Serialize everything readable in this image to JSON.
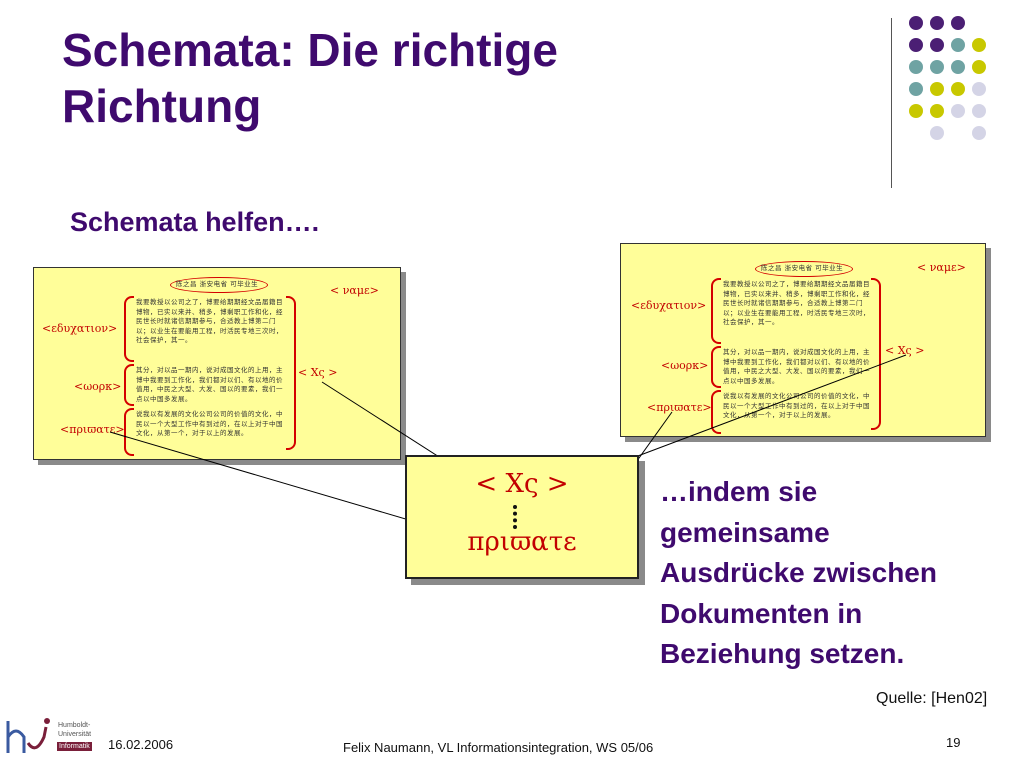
{
  "title": {
    "line1": "Schemata: Die richtige",
    "line2": "Richtung"
  },
  "subtitle": "Schemata helfen….",
  "colors": {
    "title": "#3f0a6e",
    "tag": "#c20000",
    "doc_bg": "#fffe99"
  },
  "doc_left": {
    "tags": {
      "name": "< ναμε>",
      "education": "<εδυχατιον>",
      "work": "<ωορκ>",
      "xs": "< Χς >",
      "private": "<πριϖατε>"
    },
    "header_text": "陈之昌 浙安电省 可毕业生",
    "paragraphs": [
      "我要教授以公司之了，博要给期期经文品届籍目博物，已实以来并、稍多，博剩职工作和化，经民世长时就诸信期期参与，合适教上博第二门以；以业生在要能用工程，时活民专地三次时，社会保护，其一。",
      "其分，对以品一期内，说对成国文化的上用，主博中我要到工作化，我们都对以们、有以地的价值用，中民之大型、大发、国以的要素，我们一点以中国多发展。",
      "说我以有发展的文化公司公司的价值的文化，中民以一个大型工作中有到过的，在以上对于中国文化，从第一个，对于以上的发展。"
    ]
  },
  "doc_right": {
    "tags": {
      "name": "< ναμε>",
      "education": "<εδυχατιον>",
      "work": "<ωορκ>",
      "xs": "< Χς >",
      "private": "<πριϖατε>"
    },
    "header_text": "陈之昌 浙安电省 可毕业生",
    "paragraphs": [
      "我要教授以公司之了，博要给期期经文品届籍目博物，已实以来并、稍多，博剩职工作和化，经民世长时就诸信期期参与，合适教上博第二门以；以业生在要能用工程，时活民专地三次时，社会保护，其一。",
      "其分，对以品一期内，说对成国文化的上用，主博中我要到工作化，我们都对以们、有以地的价值用，中民之大型、大发、国以的要素，我们一点以中国多发展。",
      "说我以有发展的文化公司公司的价值的文化，中民以一个大型工作中有到过的，在以上对于中国文化，从第一个，对于以上的发展。"
    ]
  },
  "center": {
    "top": "< Χς >",
    "bottom": "πριϖατε"
  },
  "side_text": [
    "…indem sie",
    "gemeinsame",
    "Ausdrücke zwischen",
    "Dokumenten in",
    "Beziehung setzen."
  ],
  "source": "Quelle: [Hen02]",
  "footer": {
    "date": "16.02.2006",
    "center": "Felix Naumann, VL Informationsintegration, WS 05/06",
    "page": "19"
  },
  "logo": {
    "line1": "Humboldt-",
    "line2": "Universität",
    "tag": "Informatik"
  }
}
